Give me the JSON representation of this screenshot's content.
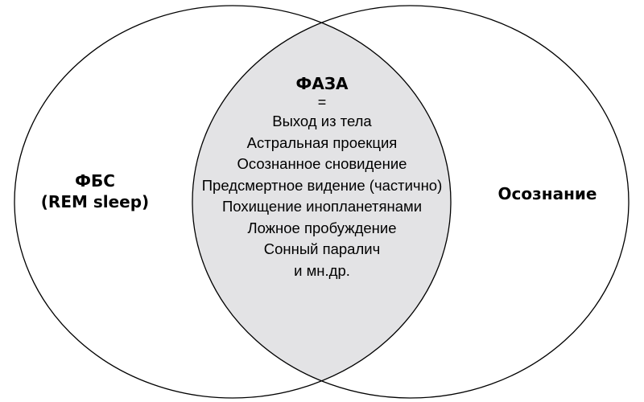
{
  "diagram": {
    "type": "venn",
    "colors": {
      "background": "#ffffff",
      "outline": "#000000",
      "intersection_fill": "#e3e3e5"
    },
    "left_set": {
      "title": "ФБС",
      "subtitle": "(REM sleep)"
    },
    "right_set": {
      "title": "Осознание"
    },
    "intersection": {
      "title": "ФАЗА",
      "equals": "=",
      "items": [
        "Выход из тела",
        "Астральная проекция",
        "Осознанное сновидение",
        "Предсмертное видение (частично)",
        "Похищение инопланетянами",
        "Ложное пробуждение",
        "Сонный паралич",
        "и мн.др."
      ]
    }
  }
}
